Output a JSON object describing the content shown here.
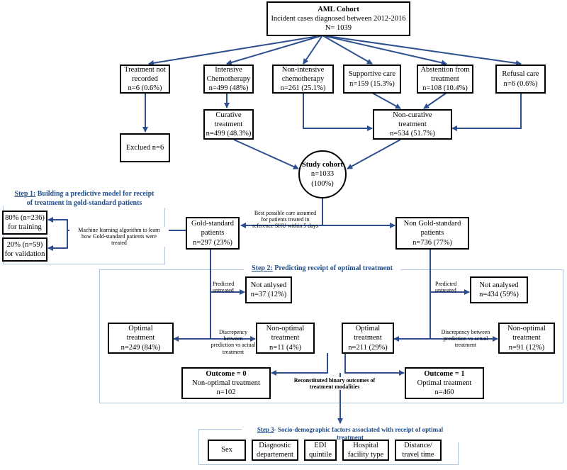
{
  "cohort": {
    "title": "AML Cohort",
    "subtitle": "Incident cases diagnosed between 2012-2016",
    "count": "N= 1039"
  },
  "branches": {
    "not_recorded": {
      "line1": "Treatment not",
      "line2": "recorded",
      "line3": "n=6 (0.6%)"
    },
    "intensive": {
      "line1": "Intensive",
      "line2": "Chemotherapy",
      "line3": "n=499 (48%)"
    },
    "non_intensive": {
      "line1": "Non-intensive",
      "line2": "chemotherapy",
      "line3": "n=261 (25.1%)"
    },
    "supportive": {
      "line1": "Supportive care",
      "line2": "n=159 (15.3%)"
    },
    "abstention": {
      "line1": "Abstention from",
      "line2": "treatment",
      "line3": "n=108 (10.4%)"
    },
    "refusal": {
      "line1": "Refusal care",
      "line2": "n=6 (0.6%)"
    }
  },
  "excluded": "Exclued n=6",
  "curative": {
    "line1": "Curative",
    "line2": "treatment",
    "line3": "n=499 (48.3%)"
  },
  "non_curative": {
    "line1": "Non-curative",
    "line2": "treatment",
    "line3": "n=534 (51.7%)"
  },
  "study_cohort": {
    "line1": "Study cohort",
    "line2": "n=1033 (100%)"
  },
  "step1": {
    "prefix": "Step 1:",
    "title": "Building a predictive model for receipt",
    "title2": "of treatment in gold-standard patients",
    "training": {
      "line1": "80% (n=236)",
      "line2": "for training"
    },
    "validation": {
      "line1": "20% (n=59)",
      "line2": "for validation"
    },
    "ml_note": {
      "line1": "Machine learning algorithm to learn",
      "line2": "how Gold-standard patients were",
      "line3": "treated"
    }
  },
  "gold": {
    "line1": "Gold-standard",
    "line2": "patients",
    "line3": "n=297 (23%)"
  },
  "non_gold": {
    "line1": "Non Gold-standard",
    "line2": "patients",
    "line3": "n=736 (77%)"
  },
  "best_care_note": {
    "line1": "Best possible care assumed",
    "line2": "for patients treated in",
    "line3": "reference SHU within 5 days"
  },
  "step2": {
    "prefix": "Step 2:",
    "title": "Predicting receipt of optimal treatment"
  },
  "predicted_untreated": {
    "line1": "Predicted",
    "line2": "untreated"
  },
  "not_analysed_gold": {
    "line1": "Not anlysed",
    "line2": "n=37 (12%)"
  },
  "not_analysed_non": {
    "line1": "Not analysed",
    "line2": "n=434 (59%)"
  },
  "discrepancy": {
    "line1": "Discrepency between",
    "line2": "prediction vs actual",
    "line3": "treatment"
  },
  "optimal_gold": {
    "line1": "Optimal",
    "line2": "treatment",
    "line3": "n=249 (84%)"
  },
  "nonopt_gold": {
    "line1": "Non-optimal",
    "line2": "treatment",
    "line3": "n=11 (4%)"
  },
  "optimal_non": {
    "line1": "Optimal",
    "line2": "treatment",
    "line3": "n=211 (29%)"
  },
  "nonopt_non": {
    "line1": "Non-optimal",
    "line2": "treatment",
    "line3": "n=91 (12%)"
  },
  "outcome0": {
    "line1": "Outcome = 0",
    "line2": "Non-optimal treatment",
    "line3": "n=102"
  },
  "outcome1": {
    "line1": "Outcome = 1",
    "line2": "Optimal treatment",
    "line3": "n=460"
  },
  "reconstituted": {
    "line1": "Reconstituted binary outcomes of",
    "line2": "treatment modalities"
  },
  "step3": {
    "prefix": "Step 3",
    "title": "- Socio-demographic factors associated with receipt of optimal treatment",
    "factors": {
      "sex": "Sex",
      "diag1": "Diagnostic",
      "diag2": "departement",
      "edi1": "EDI",
      "edi2": "quintile",
      "hosp1": "Hospital",
      "hosp2": "facility type",
      "dist1": "Distance/",
      "dist2": "travel time"
    }
  },
  "colors": {
    "arrow": "#2d4f8f",
    "panel": "#aec3de",
    "title": "#1f4e8c"
  }
}
